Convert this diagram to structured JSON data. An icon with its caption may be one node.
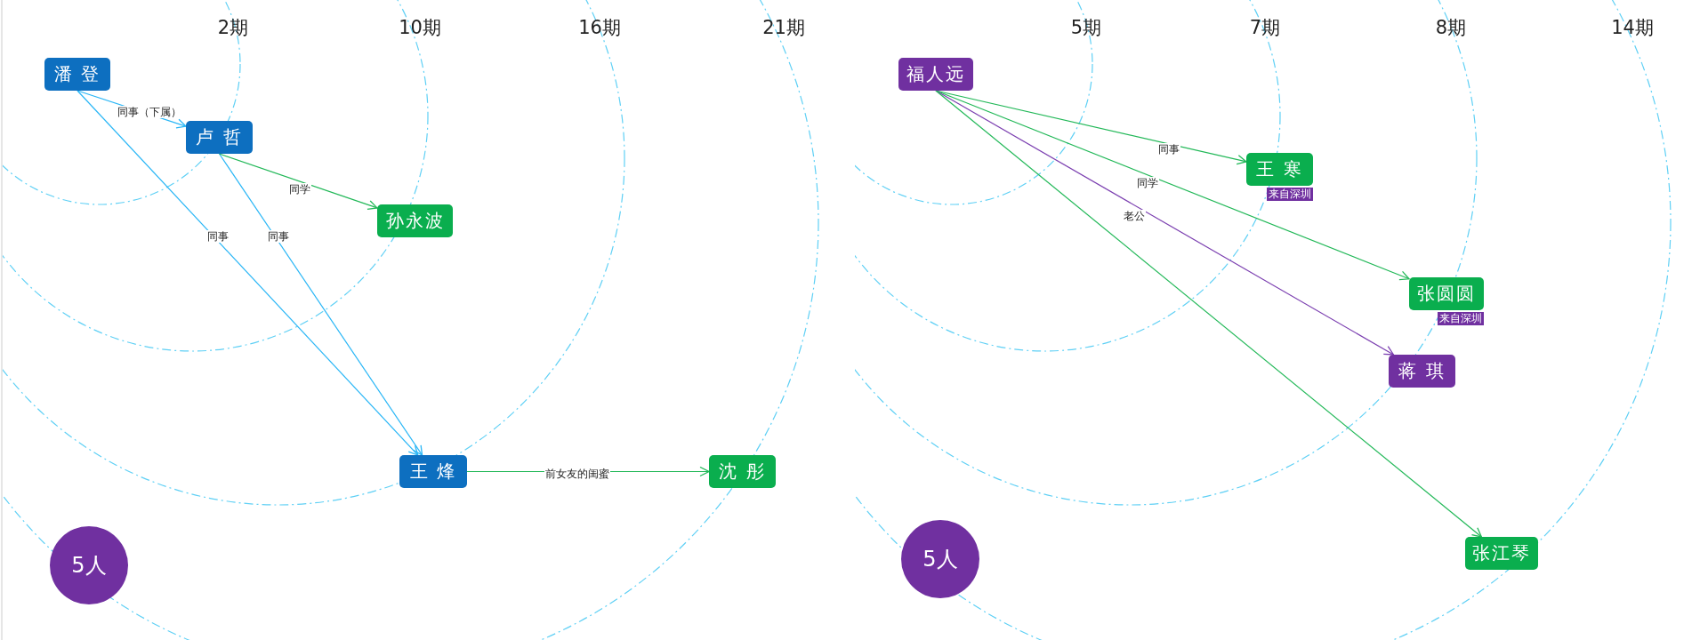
{
  "diagram": {
    "nodes": [
      {
        "text": [
          "潘 登"
        ]
      },
      {
        "text": [
          "卢 哲"
        ]
      },
      {
        "text": [
          "孙永波"
        ]
      },
      {
        "text": [
          "王 烽"
        ]
      },
      {
        "text": [
          "沈 彤"
        ]
      },
      {
        "text": [
          "5人"
        ]
      },
      {
        "text": [
          "福人远"
        ]
      },
      {
        "text": [
          "王 寒"
        ],
        "beside": [
          "来自深圳"
        ]
      },
      {
        "text": [
          "张圆圆"
        ],
        "beside": [
          "来自深圳"
        ]
      },
      {
        "text": [
          "蒋 琪"
        ]
      },
      {
        "text": [
          "张江琴"
        ]
      },
      {
        "text": [
          "5人"
        ]
      }
    ],
    "edges": [
      {
        "from": 0,
        "to": 1,
        "arrow": "to",
        "label": "同事（下属）",
        "color": "#29b6f6"
      },
      {
        "from": 0,
        "to": 3,
        "arrow": "to",
        "label": "同事",
        "color": "#29b6f6"
      },
      {
        "from": 1,
        "to": 3,
        "arrow": "to",
        "label": "同事",
        "color": "#29b6f6"
      },
      {
        "from": 1,
        "to": 2,
        "arrow": "to",
        "label": "同学"
      },
      {
        "from": 3,
        "to": 4,
        "arrow": "to",
        "label": "前女友的闺蜜"
      },
      {
        "from": 6,
        "to": 7,
        "arrow": "to",
        "label": "同事"
      },
      {
        "from": 6,
        "to": 8,
        "arrow": "to",
        "label": "同学"
      },
      {
        "from": 6,
        "to": 9,
        "arrow": "to",
        "label": "老公",
        "color": "#7b3fb0"
      },
      {
        "from": 6,
        "to": 10,
        "arrow": "to"
      }
    ],
    "labels": [
      "2期",
      "10期",
      "16期",
      "21期",
      "5期",
      "7期",
      "8期",
      "14期"
    ]
  }
}
